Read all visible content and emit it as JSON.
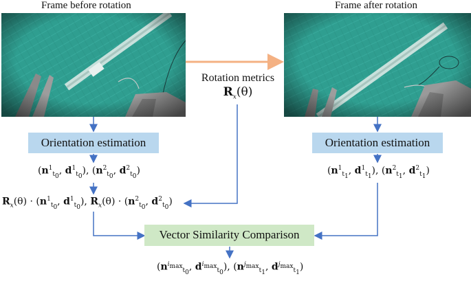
{
  "left_frame": {
    "caption": "Frame before rotation"
  },
  "right_frame": {
    "caption": "Frame after rotation"
  },
  "rotation": {
    "label": "Rotation metrics",
    "symbol": "R",
    "symbol_sub": "x",
    "symbol_arg": "(θ)"
  },
  "left_orientation": {
    "label": "Orientation estimation"
  },
  "right_orientation": {
    "label": "Orientation estimation"
  },
  "similarity": {
    "label": "Vector Similarity Comparison"
  },
  "colors": {
    "arrow_blue": "#4472c4",
    "arrow_orange": "#f4b183",
    "box_blue": "#b9d7ee",
    "box_green": "#cfe8c6",
    "tissue": "#2e9b8e"
  }
}
